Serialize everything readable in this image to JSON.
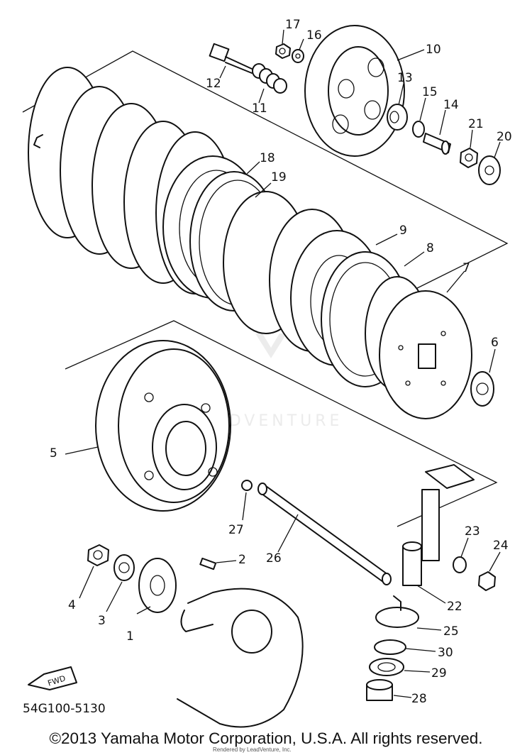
{
  "diagram": {
    "drawing_number": "54G100-5130",
    "direction_marker": "FWD",
    "watermark": "LEADVENTURE",
    "parts": [
      {
        "id": "p1",
        "label": "1"
      },
      {
        "id": "p2",
        "label": "2"
      },
      {
        "id": "p3",
        "label": "3"
      },
      {
        "id": "p4",
        "label": "4"
      },
      {
        "id": "p5",
        "label": "5"
      },
      {
        "id": "p6",
        "label": "6"
      },
      {
        "id": "p7",
        "label": "7"
      },
      {
        "id": "p8",
        "label": "8"
      },
      {
        "id": "p9",
        "label": "9"
      },
      {
        "id": "p10",
        "label": "10"
      },
      {
        "id": "p11",
        "label": "11"
      },
      {
        "id": "p12",
        "label": "12"
      },
      {
        "id": "p13",
        "label": "13"
      },
      {
        "id": "p14",
        "label": "14"
      },
      {
        "id": "p15",
        "label": "15"
      },
      {
        "id": "p16",
        "label": "16"
      },
      {
        "id": "p17",
        "label": "17"
      },
      {
        "id": "p18",
        "label": "18"
      },
      {
        "id": "p19",
        "label": "19"
      },
      {
        "id": "p20",
        "label": "20"
      },
      {
        "id": "p21",
        "label": "21"
      },
      {
        "id": "p22",
        "label": "22"
      },
      {
        "id": "p23",
        "label": "23"
      },
      {
        "id": "p24",
        "label": "24"
      },
      {
        "id": "p25",
        "label": "25"
      },
      {
        "id": "p26",
        "label": "26"
      },
      {
        "id": "p27",
        "label": "27"
      },
      {
        "id": "p28",
        "label": "28"
      },
      {
        "id": "p29",
        "label": "29"
      },
      {
        "id": "p30",
        "label": "30"
      }
    ]
  },
  "footer": {
    "copyright": "©2013 Yamaha Motor Corporation, U.S.A. All rights reserved.",
    "render_note": "Rendered by LeadVenture, Inc."
  }
}
